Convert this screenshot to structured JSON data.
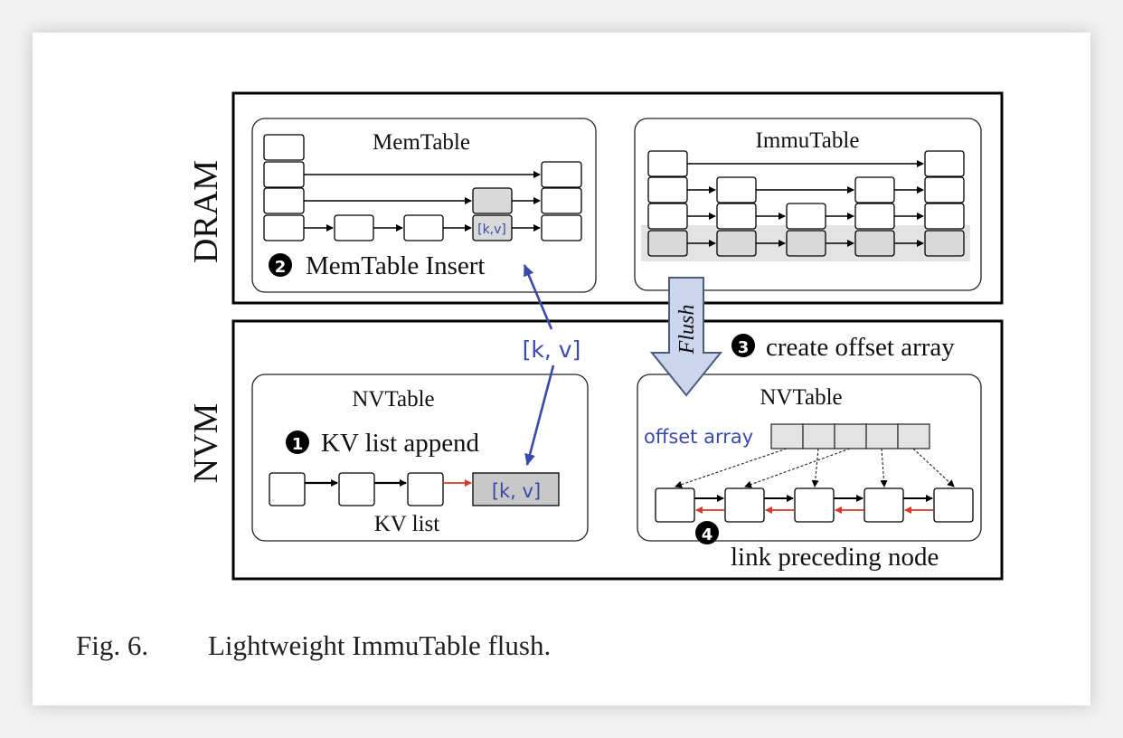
{
  "figure": {
    "dram_label": "DRAM",
    "nvm_label": "NVM",
    "memtable": {
      "title": "MemTable",
      "node_label": "[k,v]",
      "step_number": "2",
      "step_text": "MemTable Insert"
    },
    "immutable": {
      "title": "ImmuTable"
    },
    "flush_label": "Flush",
    "kv_pair_label": "[k, v]",
    "nvtable_left": {
      "title": "NVTable",
      "step_number": "1",
      "step_text": "KV list append",
      "node_label": "[k, v]",
      "list_label": "KV list"
    },
    "nvtable_right": {
      "title": "NVTable",
      "offset_array_label": "offset array",
      "step3_number": "3",
      "step3_text": "create offset array",
      "step4_number": "4",
      "step4_text": "link preceding node"
    },
    "colors": {
      "accent_blue": "#3a4aa8",
      "red_link": "#d8392a",
      "shaded": "#d9d9d9",
      "highlight_band": "#e3e3e3"
    }
  },
  "caption": {
    "number": "Fig. 6.",
    "text": "Lightweight ImmuTable flush."
  }
}
